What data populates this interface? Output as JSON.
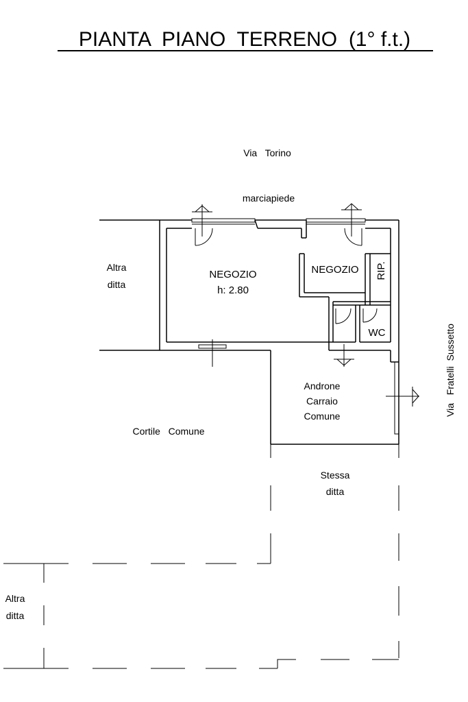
{
  "title": "PIANTA  PIANO  TERRENO  (1° f.t.)",
  "labels": {
    "street_top": "Via   Torino",
    "sidewalk": "marciapiede",
    "other_firm_left_1": "Altra",
    "other_firm_left_2": "ditta",
    "shop_main": "NEGOZIO",
    "shop_height": "h: 2.80",
    "shop_small": "NEGOZIO",
    "storage": "RIP.",
    "wc": "WC",
    "street_right": "Via   Fratelli  Sussetto",
    "entrance_1": "Androne",
    "entrance_2": "Carraio",
    "entrance_3": "Comune",
    "courtyard": "Cortile   Comune",
    "same_firm_1": "Stessa",
    "same_firm_2": "ditta",
    "other_firm_bottom_1": "Altra",
    "other_firm_bottom_2": "ditta"
  }
}
